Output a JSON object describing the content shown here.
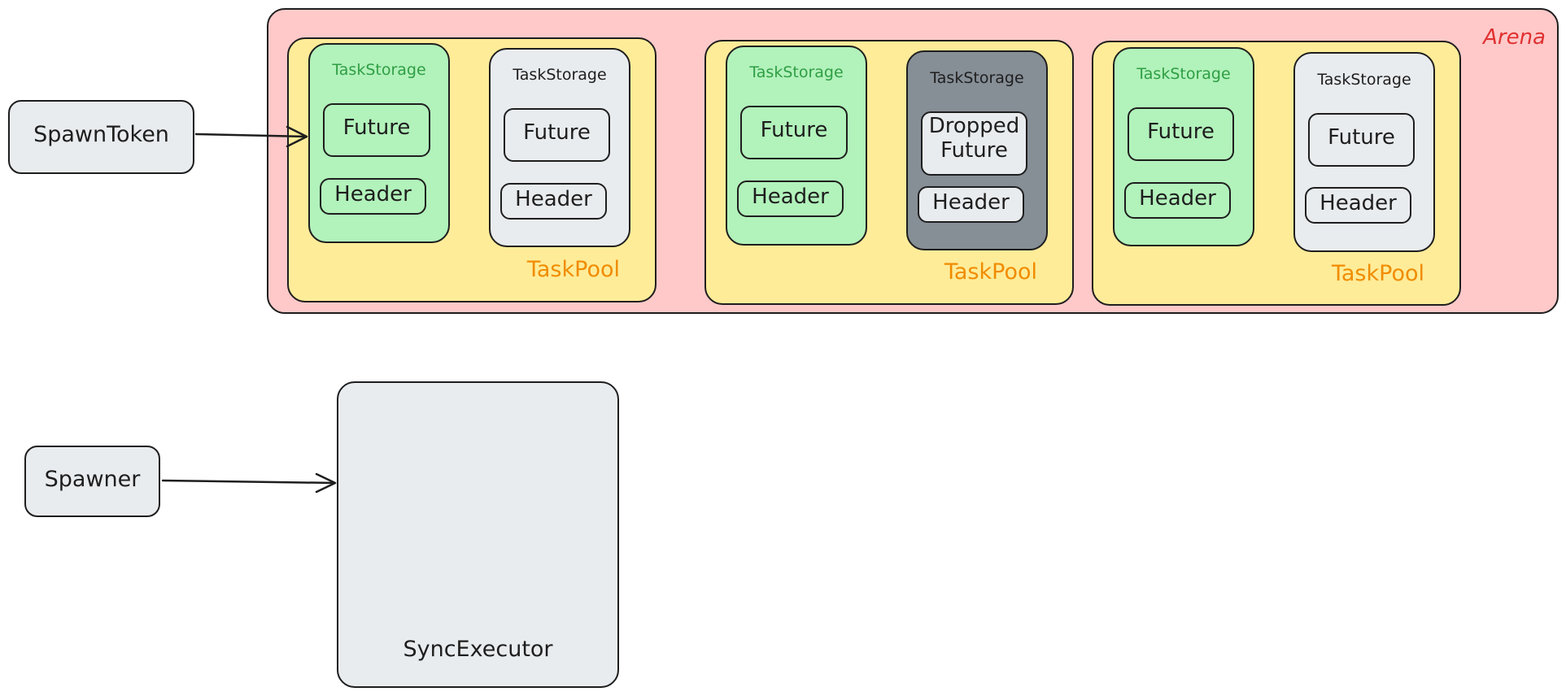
{
  "arena": {
    "label": "Arena",
    "color": "#e03131",
    "fill": "#ffc9c9"
  },
  "pool_fill": "#ffec99",
  "pool_label_color": "#f08c00",
  "pools": [
    {
      "label": "TaskPool",
      "storages": [
        {
          "label": "TaskStorage",
          "state": "green",
          "future": "Future",
          "header": "Header"
        },
        {
          "label": "TaskStorage",
          "state": "grey",
          "future": "Future",
          "header": "Header"
        }
      ]
    },
    {
      "label": "TaskPool",
      "storages": [
        {
          "label": "TaskStorage",
          "state": "green",
          "future": "Future",
          "header": "Header"
        },
        {
          "label": "TaskStorage",
          "state": "dark",
          "future": "Dropped\nFuture",
          "header": "Header"
        }
      ]
    },
    {
      "label": "TaskPool",
      "storages": [
        {
          "label": "TaskStorage",
          "state": "green",
          "future": "Future",
          "header": "Header"
        },
        {
          "label": "TaskStorage",
          "state": "grey",
          "future": "Future",
          "header": "Header"
        }
      ]
    }
  ],
  "spawn_token": {
    "label": "SpawnToken"
  },
  "spawner": {
    "label": "Spawner"
  },
  "sync_executor": {
    "label": "SyncExecutor"
  },
  "colors": {
    "green_fill": "#b2f2bb",
    "green_text": "#2f9e44",
    "grey_fill": "#e9ecef",
    "dark_fill": "#868e96",
    "stroke": "#1e1e1e"
  }
}
